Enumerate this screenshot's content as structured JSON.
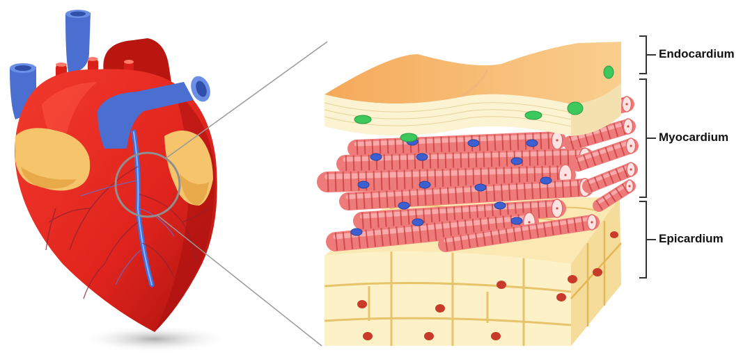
{
  "layers": {
    "endocardium": "Endocardium",
    "myocardium": "Myocardium",
    "epicardium": "Epicardium"
  },
  "colors": {
    "heart_red": "#e0241d",
    "heart_dark": "#b3120f",
    "vessel_blue": "#4a6fd0",
    "fat_yellow": "#f6c46a",
    "endo_top": "#f3b06a",
    "endo_side": "#fbf3d2",
    "endo_nucleus": "#3cc85a",
    "muscle_pink": "#ee7a7a",
    "muscle_stripe": "#c53b3b",
    "muscle_nucleus": "#3d5fd0",
    "epi_cell": "#fdf1c8",
    "epi_border": "#e7c36a",
    "epi_nucleus": "#c83a2a"
  },
  "icons": [
    "heart-illustration",
    "magnifier-circle",
    "heart-wall-tissue-block"
  ]
}
